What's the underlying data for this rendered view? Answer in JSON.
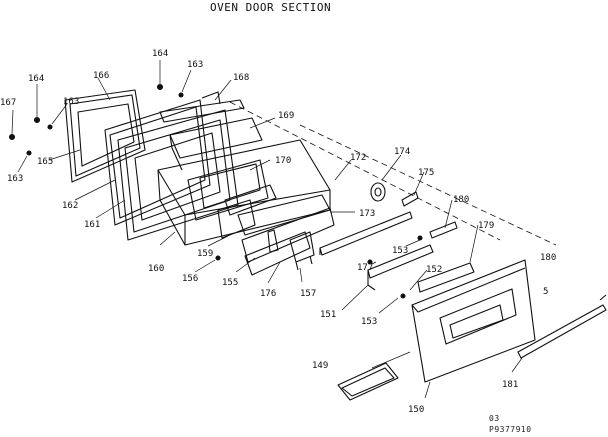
{
  "title": "OVEN DOOR SECTION",
  "footer": {
    "line1": "03",
    "line2": "P9377910"
  },
  "callouts": {
    "c164a": "164",
    "c163a": "163",
    "c168": "168",
    "c164b": "164",
    "c166": "166",
    "c163b": "163",
    "c167": "167",
    "c169": "169",
    "c165": "165",
    "c163c": "163",
    "c162": "162",
    "c161": "161",
    "c170": "170",
    "c172": "172",
    "c174": "174",
    "c175": "175",
    "c173": "173",
    "c180a": "180",
    "c179": "179",
    "c180b": "180",
    "c180s": "5",
    "c159": "159",
    "c160": "160",
    "c156": "156",
    "c155": "155",
    "c153a": "153",
    "c177": "177",
    "c152": "152",
    "c176": "176",
    "c157": "157",
    "c151": "151",
    "c153b": "153",
    "c149": "149",
    "c181": "181",
    "c150": "150"
  }
}
